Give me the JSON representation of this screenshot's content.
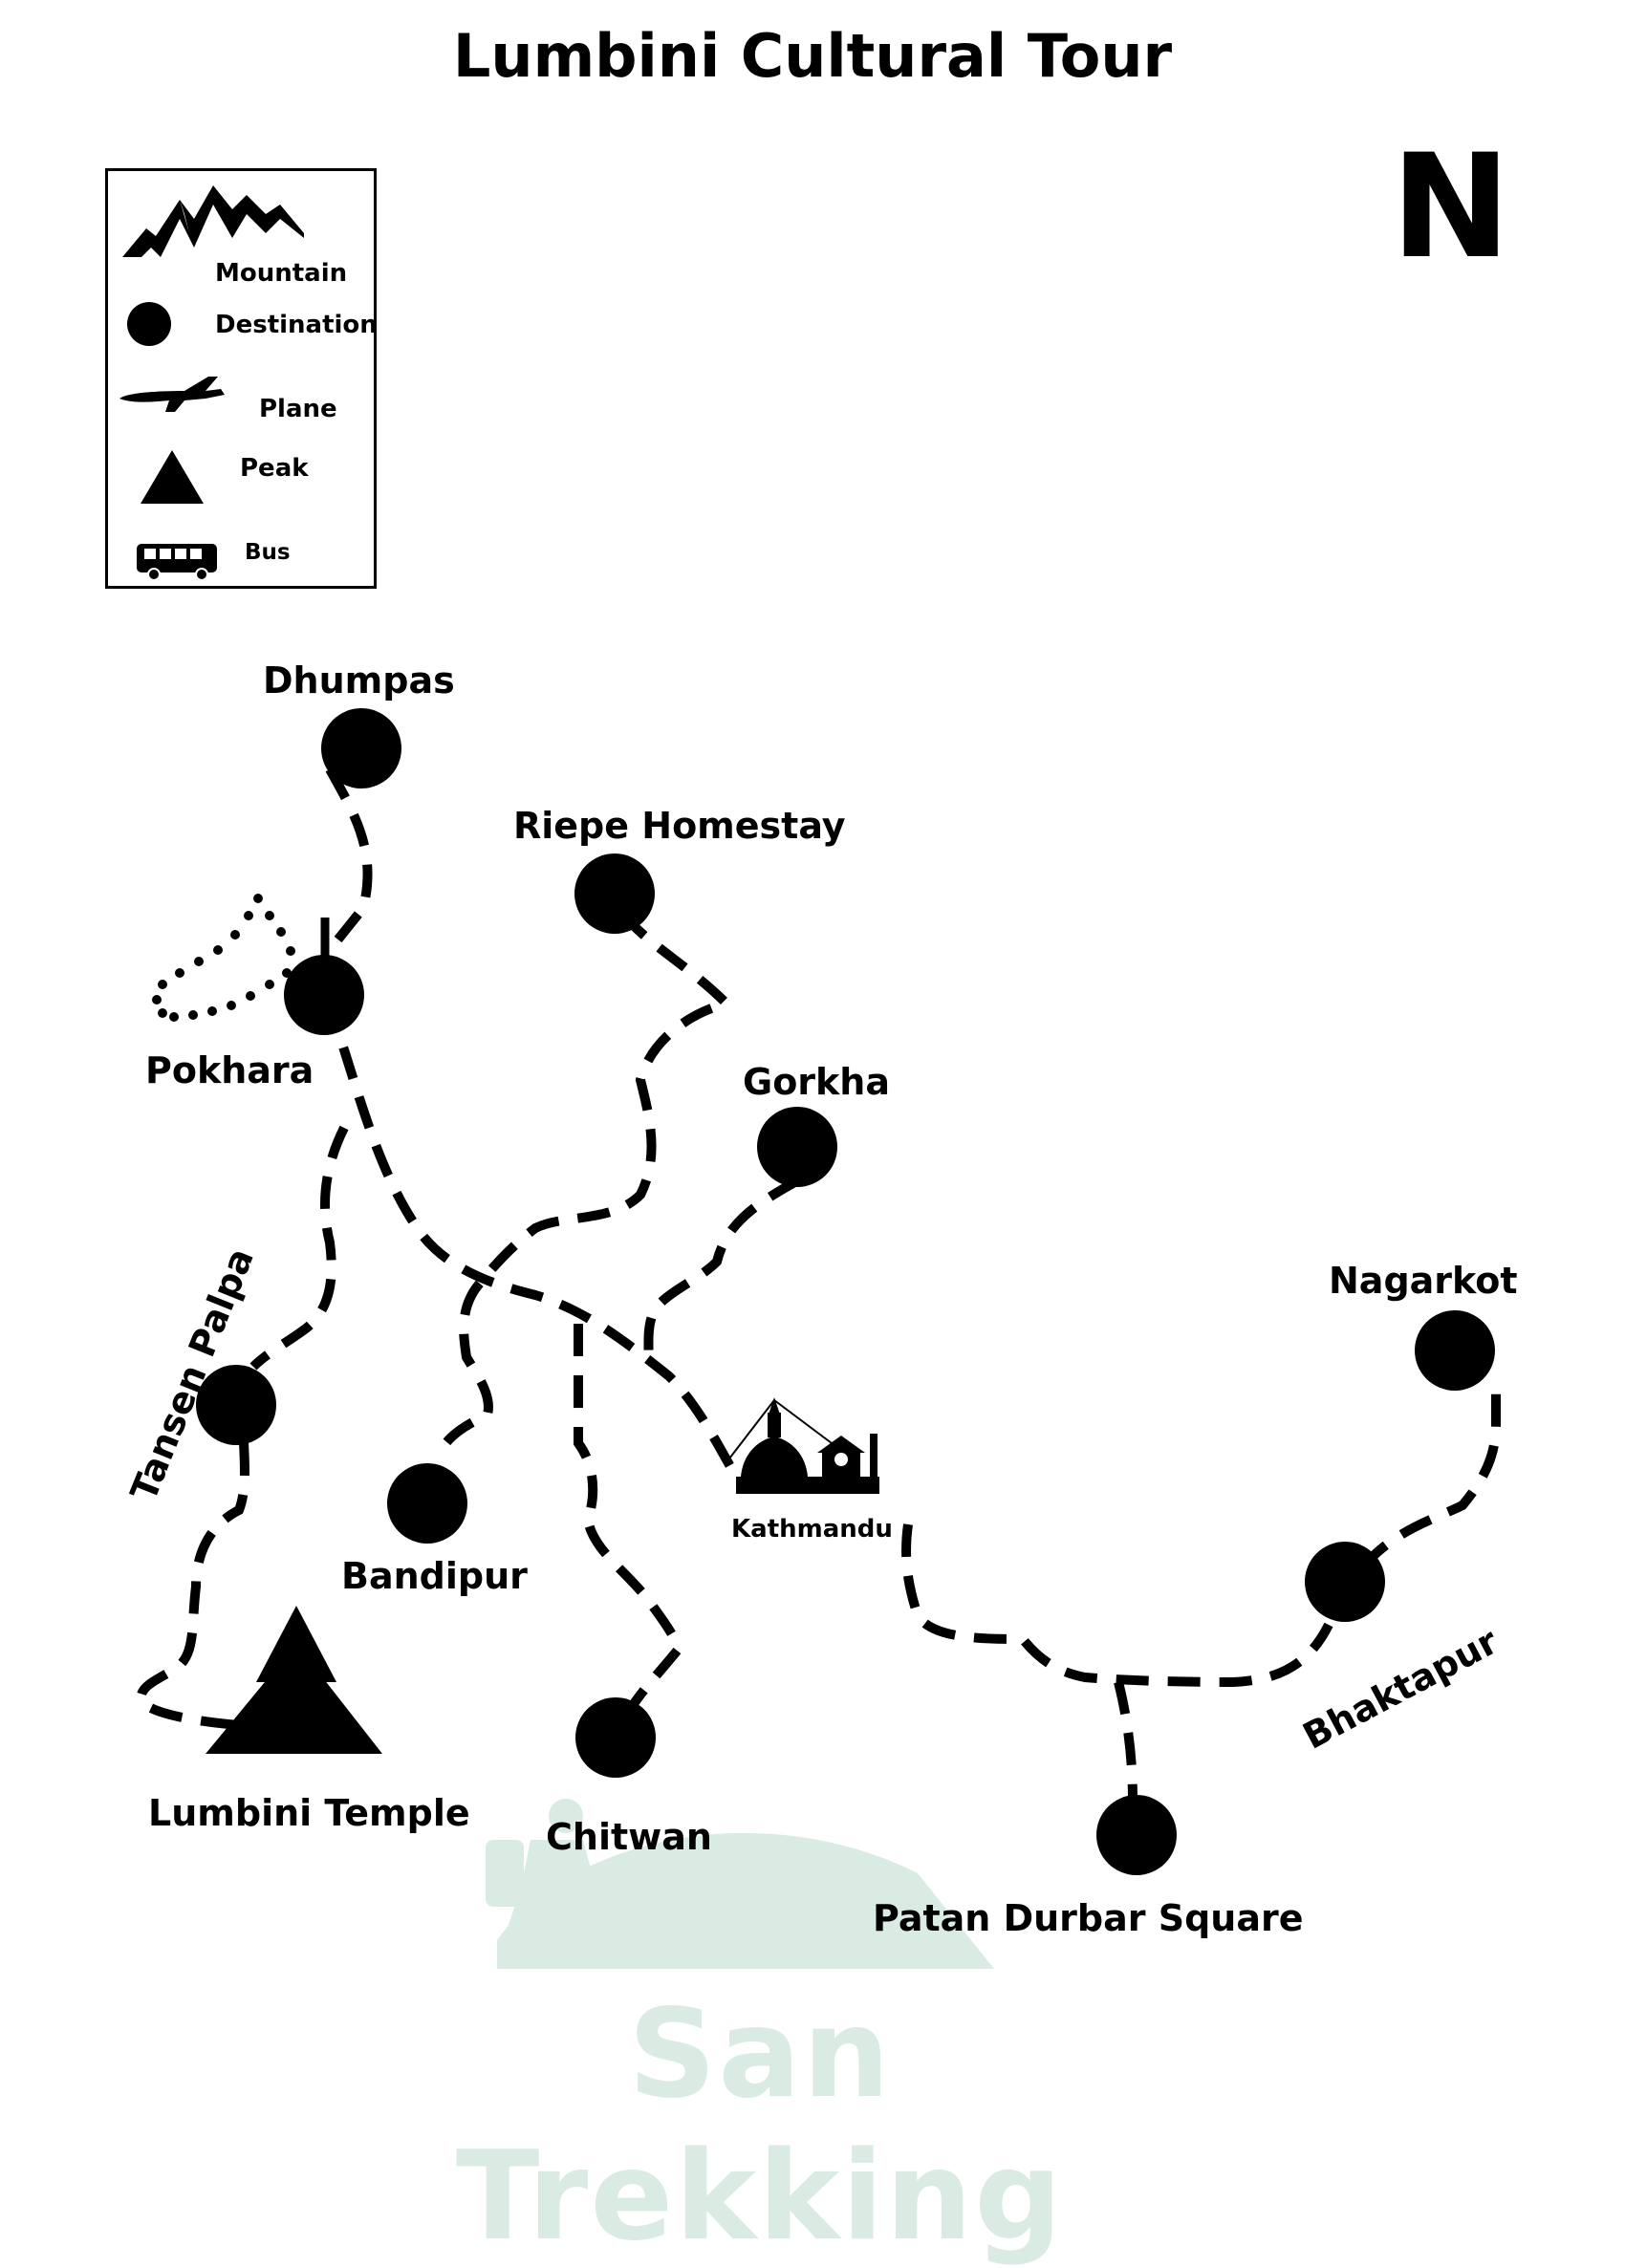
{
  "title": "Lumbini Cultural Tour",
  "north_label": "N",
  "legend": {
    "mountain": "Mountain",
    "destination": "Destination",
    "plane": "Plane",
    "peak": "Peak",
    "bus": "Bus"
  },
  "places": {
    "dhumpas": "Dhumpas",
    "riepe": "Riepe Homestay",
    "pokhara": "Pokhara",
    "gorkha": "Gorkha",
    "tansen": "Tansen Palpa",
    "bandipur": "Bandipur",
    "kathmandu": "Kathmandu",
    "nagarkot": "Nagarkot",
    "bhaktapur": "Bhaktapur",
    "lumbini": "Lumbini Temple",
    "chitwan": "Chitwan",
    "patan": "Patan Durbar Square"
  },
  "watermark": "San Trekking",
  "colors": {
    "ink": "#000000",
    "watermark": "#d9ebe3"
  }
}
